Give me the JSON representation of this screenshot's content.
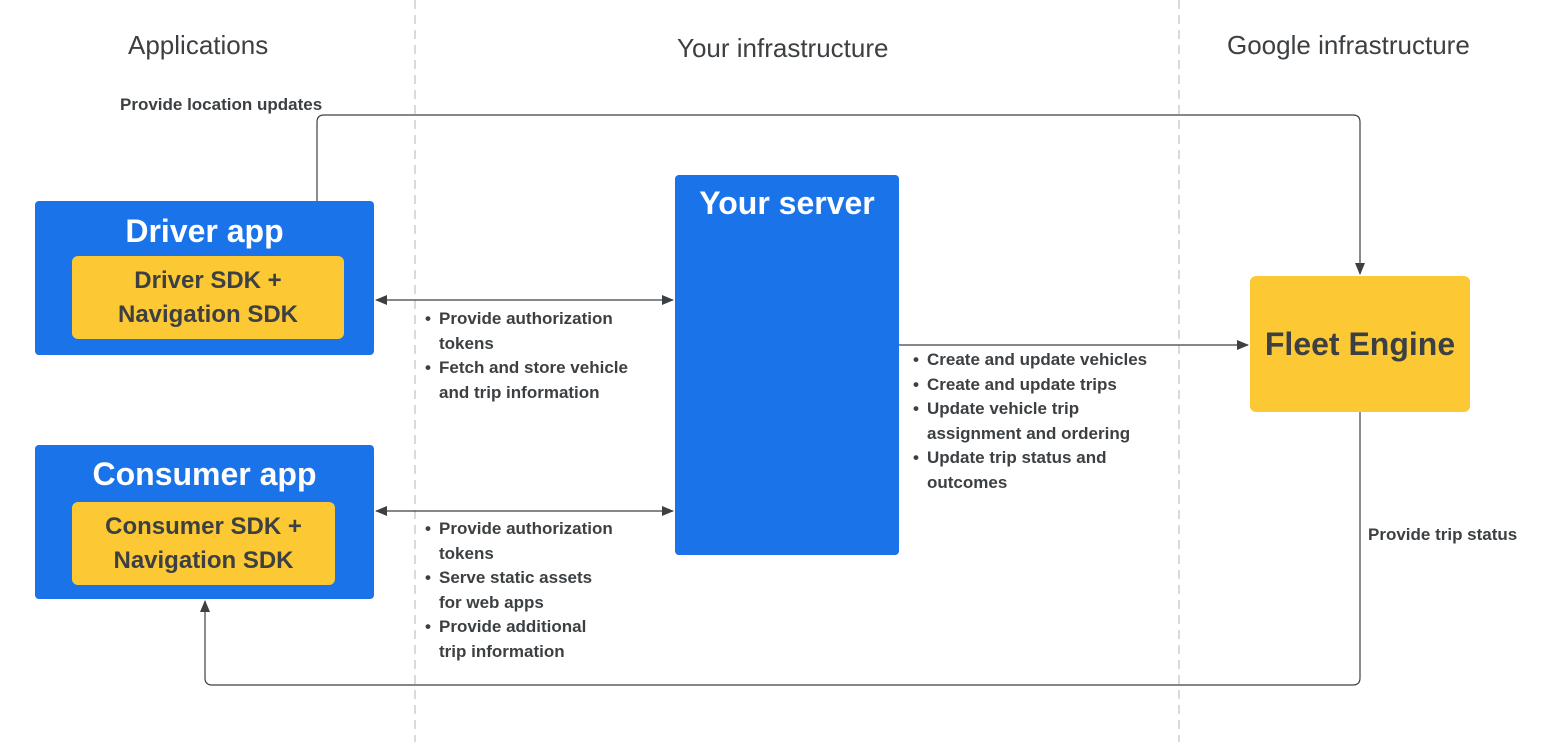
{
  "columns": {
    "applications": "Applications",
    "your_infrastructure": "Your infrastructure",
    "google_infrastructure": "Google infrastructure"
  },
  "edges": {
    "location_updates": "Provide location updates",
    "trip_status": "Provide trip status"
  },
  "driver_app": {
    "title": "Driver app",
    "sdk_line1": "Driver SDK +",
    "sdk_line2": "Navigation SDK"
  },
  "consumer_app": {
    "title": "Consumer app",
    "sdk_line1": "Consumer SDK +",
    "sdk_line2": "Navigation SDK"
  },
  "server": {
    "title": "Your server"
  },
  "fleet_engine": {
    "title": "Fleet Engine"
  },
  "driver_server_items": [
    [
      "Provide authorization",
      "tokens"
    ],
    [
      "Fetch and store vehicle",
      "and trip information"
    ]
  ],
  "consumer_server_items": [
    [
      "Provide authorization",
      "tokens"
    ],
    [
      "Serve static assets",
      "for web apps"
    ],
    [
      "Provide additional",
      "trip information"
    ]
  ],
  "server_fleet_items": [
    [
      "Create and update vehicles"
    ],
    [
      "Create and update trips"
    ],
    [
      "Update vehicle trip",
      "assignment and ordering"
    ],
    [
      "Update trip status and",
      "outcomes"
    ]
  ],
  "colors": {
    "app_blue": "#1a73e8",
    "sdk_yellow": "#fcc934",
    "text": "#3c4043",
    "line": "#3c4043",
    "divider": "#bdc1c6"
  }
}
